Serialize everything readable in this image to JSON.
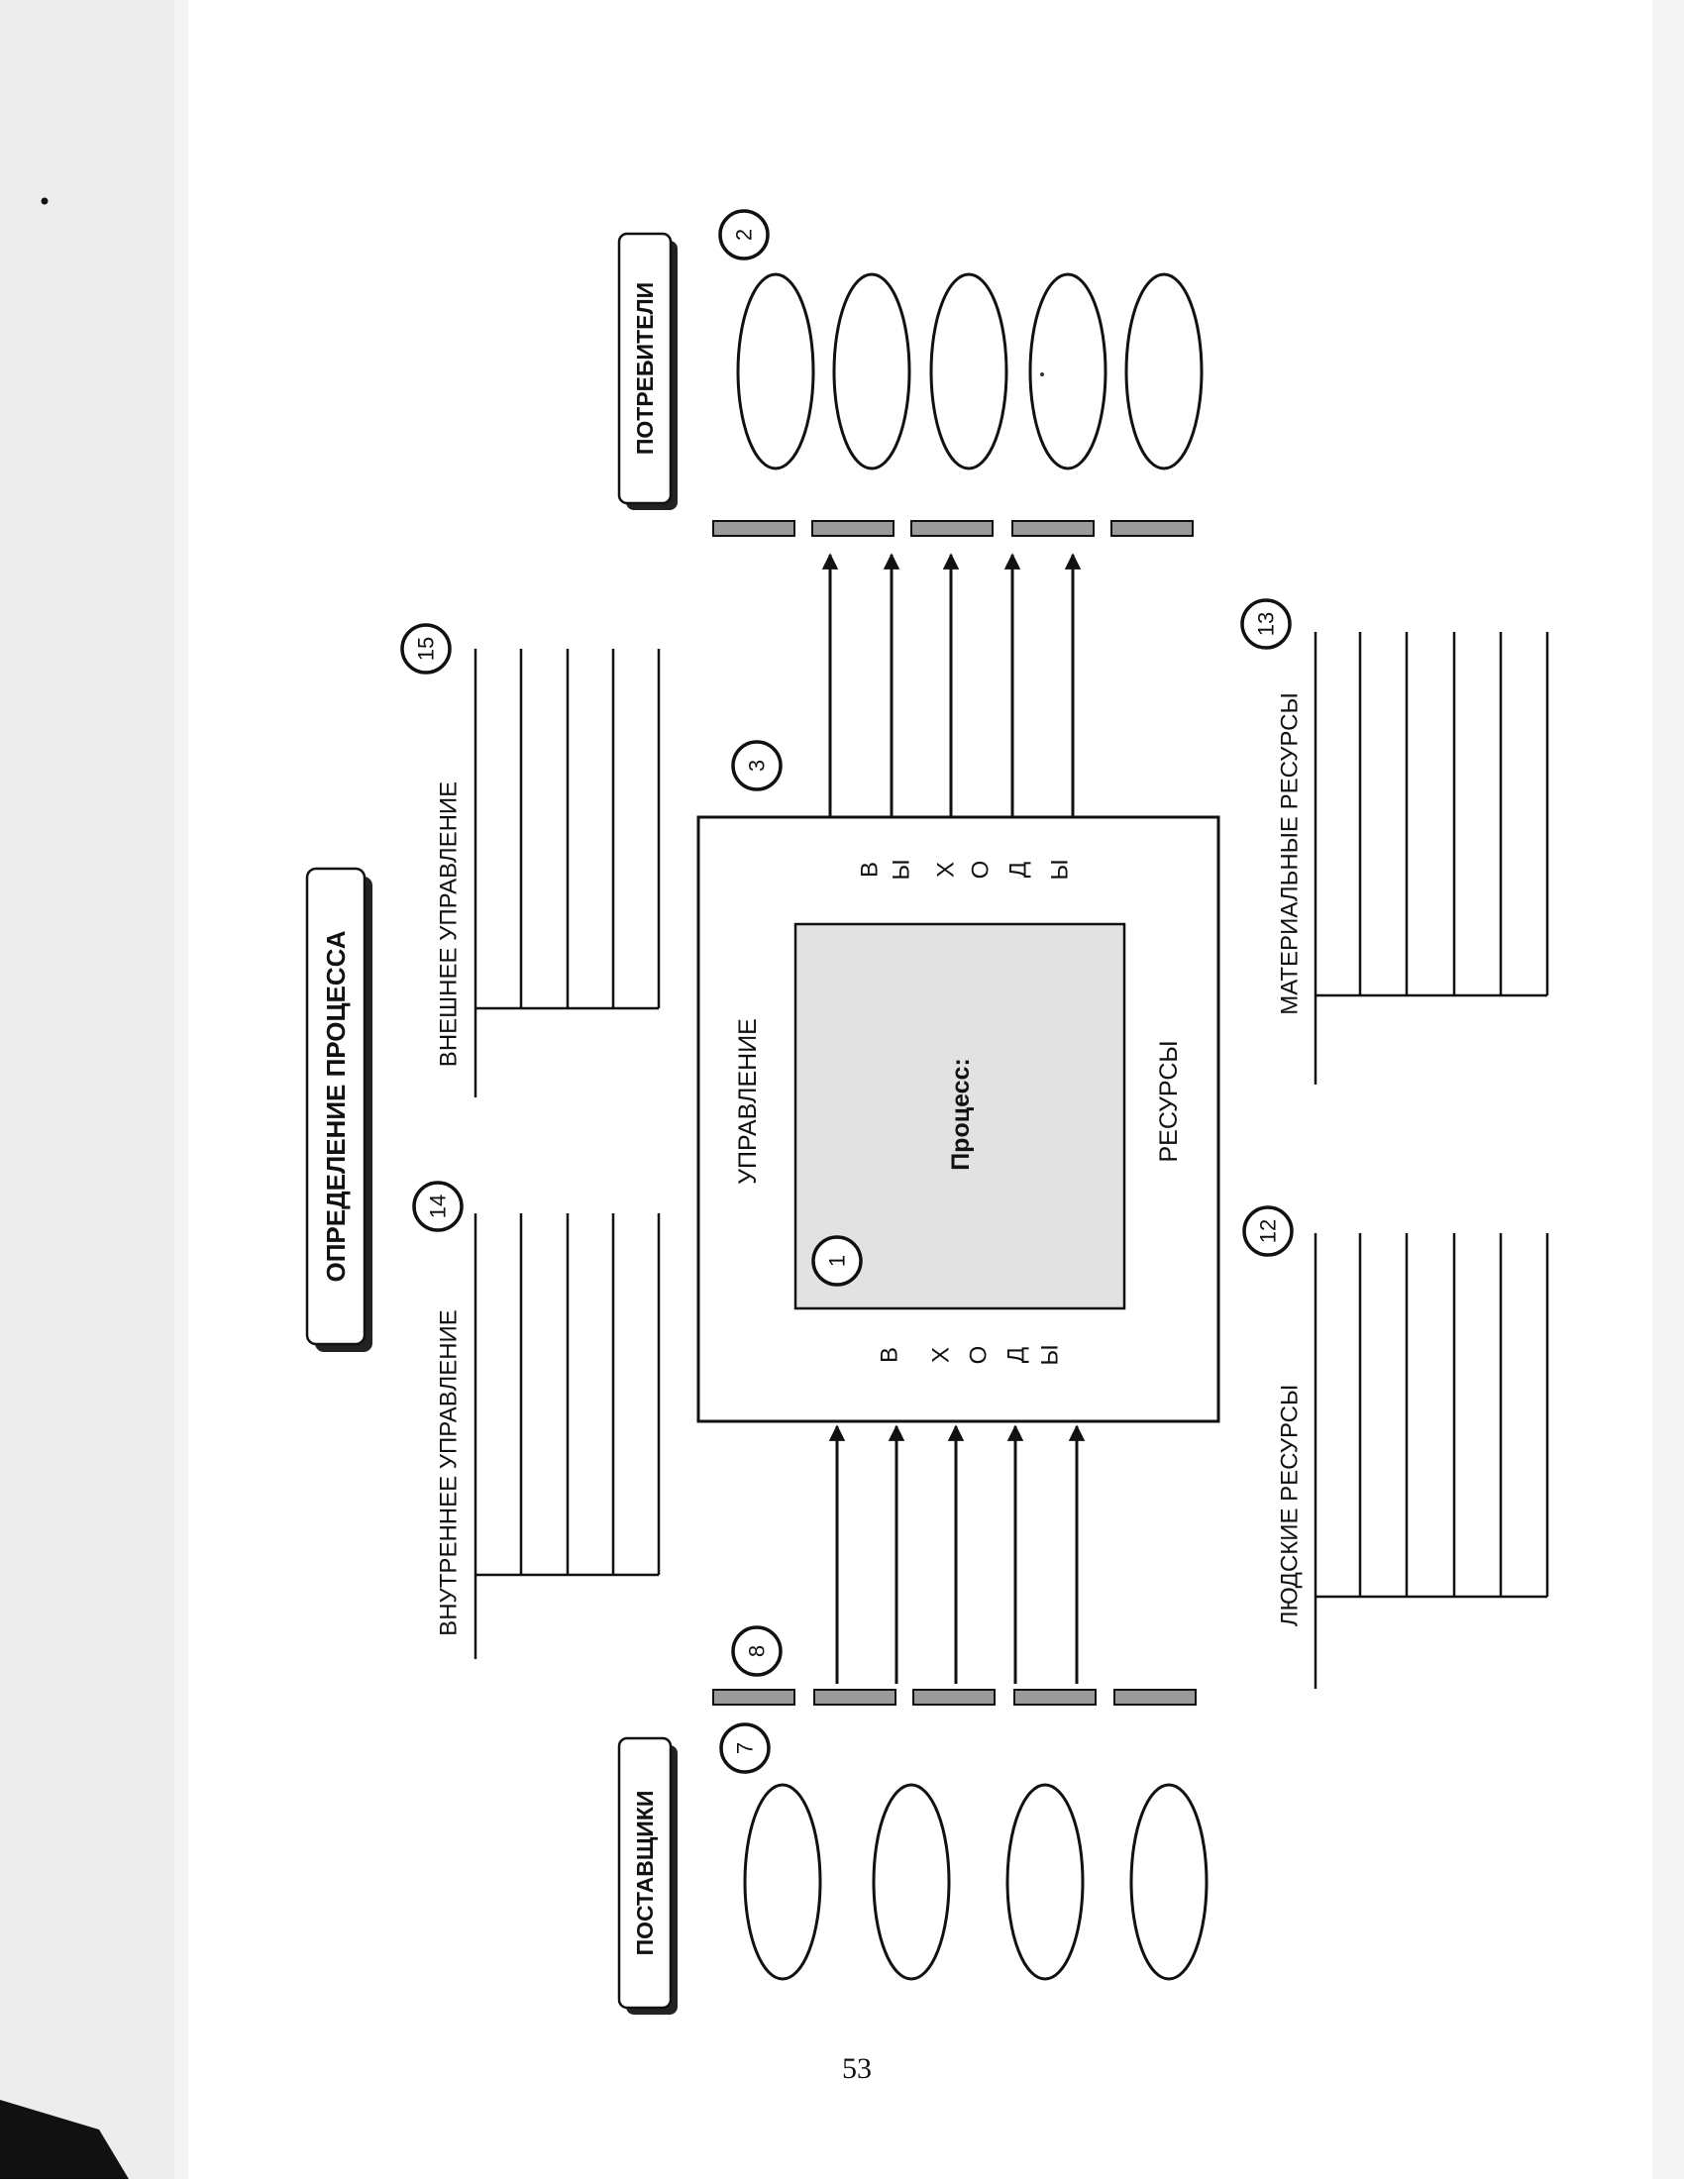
{
  "page": {
    "number": "53"
  },
  "diagram": {
    "title": "ОПРЕДЕЛЕНИЕ ПРОЦЕССА",
    "suppliers": "ПОСТАВЩИКИ",
    "consumers": "ПОТРЕБИТЕЛИ",
    "internal_control": "ВНУТРЕННЕЕ УПРАВЛЕНИЕ",
    "external_control": "ВНЕШНЕЕ УПРАВЛЕНИЕ",
    "human_resources": "ЛЮДСКИЕ РЕСУРСЫ",
    "material_resources": "МАТЕРИАЛЬНЫЕ РЕСУРСЫ",
    "control": "УПРАВЛЕНИЕ",
    "resources": "РЕСУРСЫ",
    "process": "Процесс:",
    "inputs_letters": [
      "В",
      "Х",
      "О",
      "Д",
      "Ы"
    ],
    "outputs_letters": [
      "В",
      "Ы",
      "Х",
      "О",
      "Д",
      "Ы"
    ],
    "markers": {
      "process": "1",
      "consumers": "2",
      "outputs": "3",
      "suppliers": "7",
      "inputs": "8",
      "human_resources": "12",
      "material_resources": "13",
      "internal_control": "14",
      "external_control": "15"
    },
    "colors": {
      "ink": "#111111",
      "shadow": "#222222",
      "process_fill": "#e2e2e2",
      "bar_fill": "#9a9a9a"
    }
  }
}
